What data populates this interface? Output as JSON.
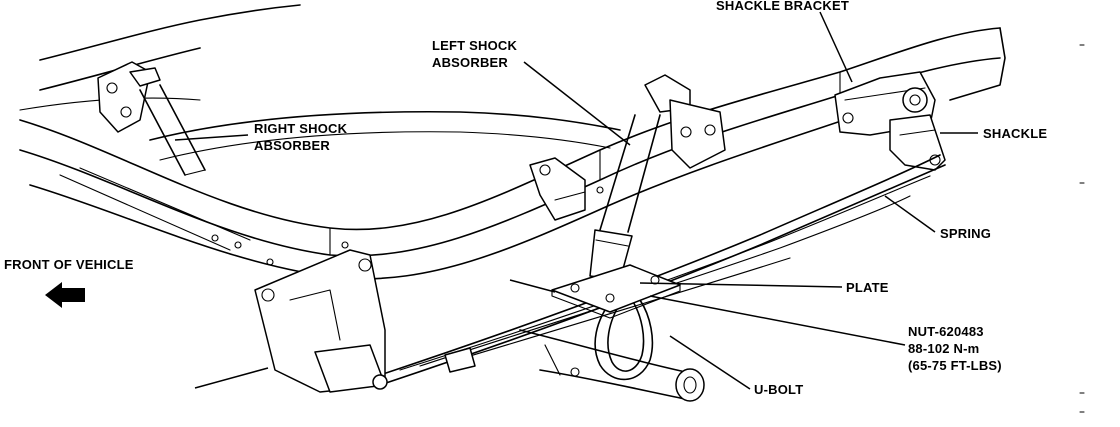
{
  "labels": {
    "shackle_bracket": "SHACKLE BRACKET",
    "left_shock_1": "LEFT SHOCK",
    "left_shock_2": "ABSORBER",
    "right_shock_1": "RIGHT SHOCK",
    "right_shock_2": "ABSORBER",
    "shackle": "SHACKLE",
    "spring": "SPRING",
    "front_of_vehicle": "FRONT OF VEHICLE",
    "plate": "PLATE",
    "nut_1": "NUT-620483",
    "nut_2": "88-102 N-m",
    "nut_3": "(65-75 FT-LBS)",
    "u_bolt": "U-BOLT"
  }
}
